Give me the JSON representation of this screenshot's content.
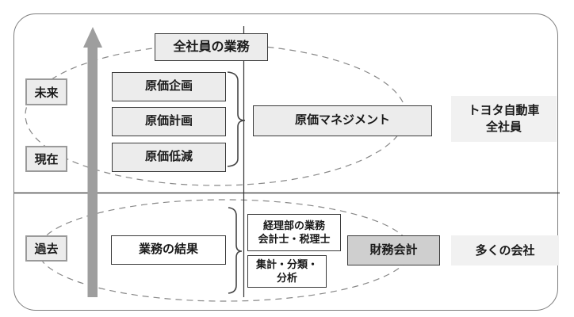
{
  "colors": {
    "box_fill": "#ececec",
    "box_border": "#3a3a3a",
    "dark_box_fill": "#cfcfcf",
    "plain_label_fill": "#f1f1f1",
    "time_box_border": "#9a9a9a",
    "arrow_color": "#9e9e9e",
    "dash_color": "#888888",
    "text_color": "#1a1a1a"
  },
  "timeline": {
    "future": "未来",
    "present": "現在",
    "past": "過去"
  },
  "top_section": {
    "header": "全社員の業務",
    "activity_boxes": [
      "原価企画",
      "原価計画",
      "原価低減"
    ],
    "summary_box": "原価マネジメント",
    "side_label": {
      "line1": "トヨタ自動車",
      "line2": "全社員"
    }
  },
  "bottom_section": {
    "input_box": "業務の結果",
    "process_box_1": {
      "line1": "経理部の業務",
      "line2": "会計士・税理士"
    },
    "process_box_2": {
      "line1": "集計・分類・",
      "line2": "分析"
    },
    "summary_box": "財務会計",
    "side_label": "多くの会社"
  }
}
